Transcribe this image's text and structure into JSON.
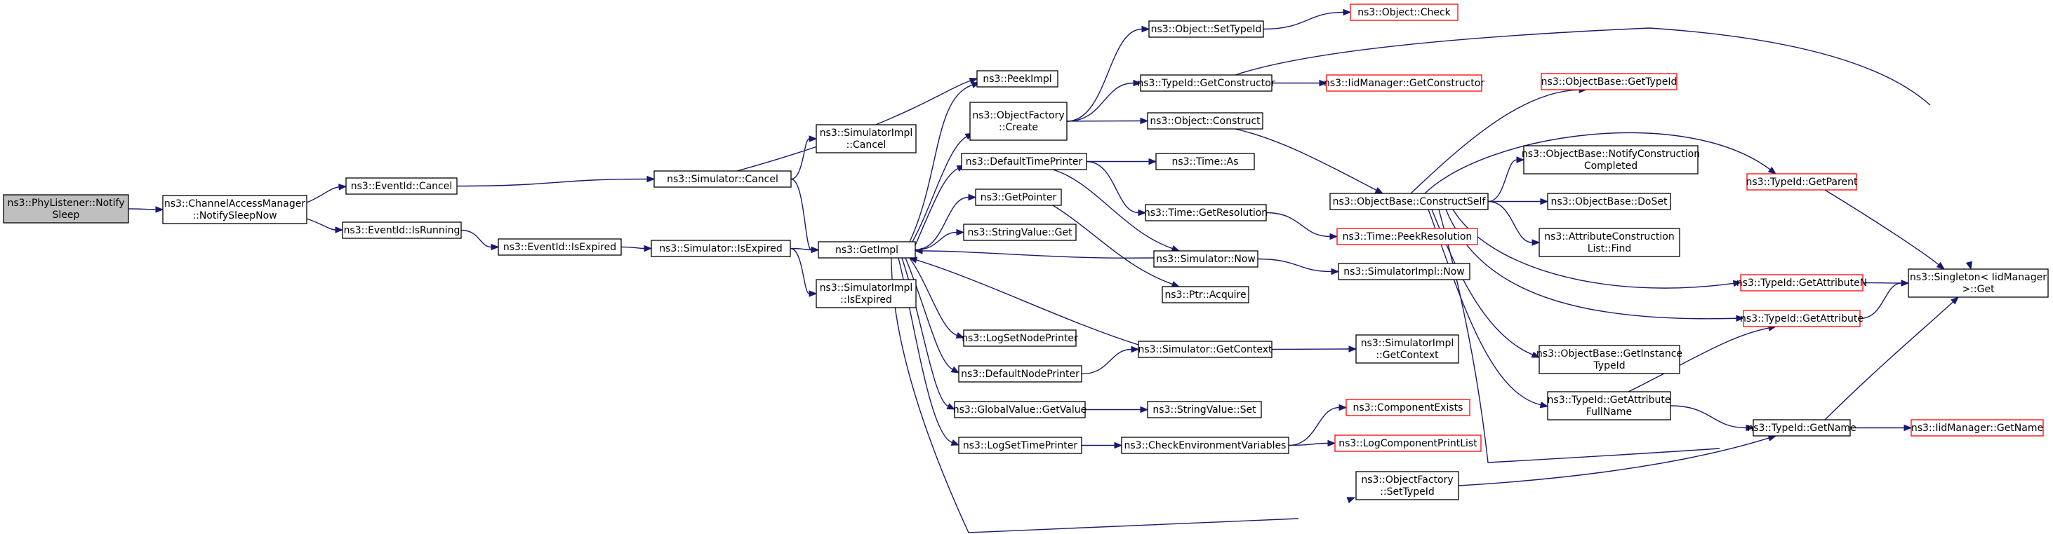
{
  "nodes": [
    {
      "id": "n0",
      "lines": [
        "ns3::PhyListener::Notify",
        "Sleep"
      ],
      "focus": true
    },
    {
      "id": "n1",
      "lines": [
        "ns3::ChannelAccessManager",
        "::NotifySleepNow"
      ]
    },
    {
      "id": "n2",
      "lines": [
        "ns3::EventId::Cancel"
      ]
    },
    {
      "id": "n3",
      "lines": [
        "ns3::EventId::IsRunning"
      ]
    },
    {
      "id": "n4",
      "lines": [
        "ns3::EventId::IsExpired"
      ]
    },
    {
      "id": "n5",
      "lines": [
        "ns3::Simulator::Cancel"
      ]
    },
    {
      "id": "n6",
      "lines": [
        "ns3::Simulator::IsExpired"
      ]
    },
    {
      "id": "n7",
      "lines": [
        "ns3::SimulatorImpl",
        "::Cancel"
      ]
    },
    {
      "id": "n8",
      "lines": [
        "ns3::SimulatorImpl",
        "::IsExpired"
      ]
    },
    {
      "id": "n9",
      "lines": [
        "ns3::GetImpl"
      ]
    },
    {
      "id": "n10",
      "lines": [
        "ns3::PeekImpl"
      ]
    },
    {
      "id": "n11",
      "lines": [
        "ns3::ObjectFactory",
        "::Create"
      ]
    },
    {
      "id": "n12",
      "lines": [
        "ns3::DefaultTimePrinter"
      ]
    },
    {
      "id": "n13",
      "lines": [
        "ns3::GetPointer"
      ]
    },
    {
      "id": "n14",
      "lines": [
        "ns3::StringValue::Get"
      ]
    },
    {
      "id": "n15",
      "lines": [
        "ns3::LogSetNodePrinter"
      ]
    },
    {
      "id": "n16",
      "lines": [
        "ns3::DefaultNodePrinter"
      ]
    },
    {
      "id": "n17",
      "lines": [
        "ns3::GlobalValue::GetValue"
      ]
    },
    {
      "id": "n18",
      "lines": [
        "ns3::LogSetTimePrinter"
      ]
    },
    {
      "id": "n19",
      "lines": [
        "ns3::Object::SetTypeId"
      ]
    },
    {
      "id": "n20",
      "lines": [
        "ns3::TypeId::GetConstructor"
      ]
    },
    {
      "id": "n21",
      "lines": [
        "ns3::Object::Construct"
      ]
    },
    {
      "id": "n22",
      "lines": [
        "ns3::Time::As"
      ]
    },
    {
      "id": "n23",
      "lines": [
        "ns3::Time::GetResolution"
      ]
    },
    {
      "id": "n24",
      "lines": [
        "ns3::Simulator::Now"
      ]
    },
    {
      "id": "n25",
      "lines": [
        "ns3::Ptr::Acquire"
      ]
    },
    {
      "id": "n26",
      "lines": [
        "ns3::Simulator::GetContext"
      ]
    },
    {
      "id": "n27",
      "lines": [
        "ns3::StringValue::Set"
      ]
    },
    {
      "id": "n28",
      "lines": [
        "ns3::CheckEnvironmentVariables"
      ]
    },
    {
      "id": "n29",
      "lines": [
        "ns3::ObjectFactory",
        "::SetTypeId"
      ]
    },
    {
      "id": "n30",
      "lines": [
        "ns3::Object::Check"
      ],
      "ext": true
    },
    {
      "id": "n31",
      "lines": [
        "ns3::IidManager::GetConstructor"
      ],
      "ext": true
    },
    {
      "id": "n32",
      "lines": [
        "ns3::ObjectBase::ConstructSelf"
      ]
    },
    {
      "id": "n33",
      "lines": [
        "ns3::Time::PeekResolution"
      ],
      "ext": true
    },
    {
      "id": "n34",
      "lines": [
        "ns3::SimulatorImpl::Now"
      ]
    },
    {
      "id": "n35",
      "lines": [
        "ns3::SimulatorImpl",
        "::GetContext"
      ]
    },
    {
      "id": "n36",
      "lines": [
        "ns3::ComponentExists"
      ],
      "ext": true
    },
    {
      "id": "n37",
      "lines": [
        "ns3::LogComponentPrintList"
      ],
      "ext": true
    },
    {
      "id": "n38",
      "lines": [
        "ns3::ObjectBase::GetTypeId"
      ],
      "ext": true
    },
    {
      "id": "n39",
      "lines": [
        "ns3::ObjectBase::NotifyConstruction",
        "Completed"
      ]
    },
    {
      "id": "n40",
      "lines": [
        "ns3::ObjectBase::DoSet"
      ]
    },
    {
      "id": "n41",
      "lines": [
        "ns3::AttributeConstruction",
        "List::Find"
      ]
    },
    {
      "id": "n42",
      "lines": [
        "ns3::ObjectBase::GetInstance",
        "TypeId"
      ]
    },
    {
      "id": "n43",
      "lines": [
        "ns3::TypeId::GetAttribute",
        "FullName"
      ]
    },
    {
      "id": "n44",
      "lines": [
        "ns3::TypeId::GetParent"
      ],
      "ext": true
    },
    {
      "id": "n45",
      "lines": [
        "ns3::TypeId::GetAttributeN"
      ],
      "ext": true
    },
    {
      "id": "n46",
      "lines": [
        "ns3::TypeId::GetAttribute"
      ],
      "ext": true
    },
    {
      "id": "n47",
      "lines": [
        "ns3::TypeId::GetName"
      ]
    },
    {
      "id": "n48",
      "lines": [
        "ns3::Singleton< IidManager",
        ">::Get"
      ]
    },
    {
      "id": "n49",
      "lines": [
        "ns3::IidManager::GetName"
      ],
      "ext": true
    }
  ],
  "edges": [
    [
      "n0",
      "n1"
    ],
    [
      "n1",
      "n2"
    ],
    [
      "n1",
      "n3"
    ],
    [
      "n2",
      "n5"
    ],
    [
      "n3",
      "n4"
    ],
    [
      "n4",
      "n6"
    ],
    [
      "n5",
      "n7"
    ],
    [
      "n5",
      "n10"
    ],
    [
      "n5",
      "n9"
    ],
    [
      "n6",
      "n9"
    ],
    [
      "n6",
      "n8"
    ],
    [
      "n9",
      "n10"
    ],
    [
      "n9",
      "n11"
    ],
    [
      "n9",
      "n12"
    ],
    [
      "n9",
      "n13"
    ],
    [
      "n9",
      "n14"
    ],
    [
      "n9",
      "n15"
    ],
    [
      "n9",
      "n16"
    ],
    [
      "n9",
      "n17"
    ],
    [
      "n9",
      "n18"
    ],
    [
      "n9",
      "n29"
    ],
    [
      "n11",
      "n19"
    ],
    [
      "n11",
      "n20"
    ],
    [
      "n11",
      "n21"
    ],
    [
      "n19",
      "n30"
    ],
    [
      "n20",
      "n31"
    ],
    [
      "n20",
      "n48"
    ],
    [
      "n21",
      "n32"
    ],
    [
      "n12",
      "n22"
    ],
    [
      "n12",
      "n23"
    ],
    [
      "n12",
      "n24"
    ],
    [
      "n23",
      "n33"
    ],
    [
      "n24",
      "n9"
    ],
    [
      "n24",
      "n34"
    ],
    [
      "n13",
      "n25"
    ],
    [
      "n16",
      "n26"
    ],
    [
      "n26",
      "n9"
    ],
    [
      "n26",
      "n35"
    ],
    [
      "n17",
      "n27"
    ],
    [
      "n18",
      "n28"
    ],
    [
      "n28",
      "n36"
    ],
    [
      "n28",
      "n37"
    ],
    [
      "n29",
      "n47"
    ],
    [
      "n32",
      "n38"
    ],
    [
      "n32",
      "n39"
    ],
    [
      "n32",
      "n40"
    ],
    [
      "n32",
      "n41"
    ],
    [
      "n32",
      "n42"
    ],
    [
      "n32",
      "n43"
    ],
    [
      "n32",
      "n44"
    ],
    [
      "n32",
      "n45"
    ],
    [
      "n32",
      "n46"
    ],
    [
      "n32",
      "n47"
    ],
    [
      "n43",
      "n46"
    ],
    [
      "n43",
      "n47"
    ],
    [
      "n44",
      "n48"
    ],
    [
      "n45",
      "n48"
    ],
    [
      "n46",
      "n48"
    ],
    [
      "n47",
      "n48"
    ],
    [
      "n47",
      "n49"
    ]
  ]
}
